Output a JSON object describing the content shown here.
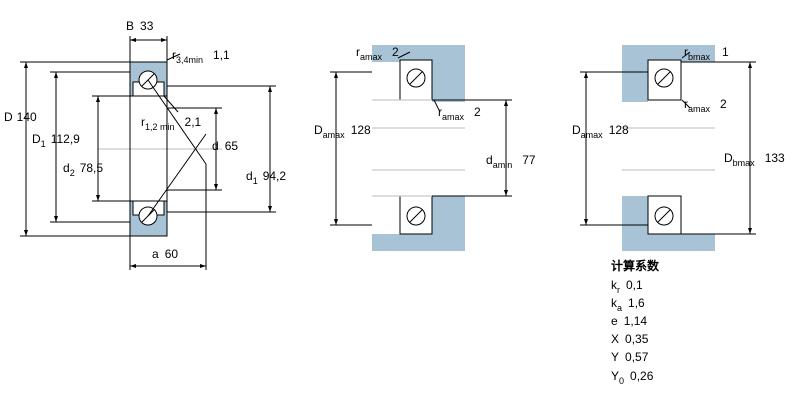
{
  "colors": {
    "housing": "#a9c3d6",
    "ring": "#ffffff",
    "line": "#000000",
    "background": "#ffffff"
  },
  "bearing": {
    "B": {
      "sym": "B",
      "val": "33"
    },
    "r34": {
      "sym": "r",
      "sub": "3,4min",
      "val": "1,1"
    },
    "D": {
      "sym": "D",
      "val": "140"
    },
    "D1": {
      "sym": "D",
      "sub": "1",
      "val": "112,9"
    },
    "d2": {
      "sym": "d",
      "sub": "2",
      "val": "78,5"
    },
    "r12": {
      "sym": "r",
      "sub": "1,2 min",
      "val": "2,1"
    },
    "d": {
      "sym": "d",
      "val": "65"
    },
    "d1": {
      "sym": "d",
      "sub": "1",
      "val": "94,2"
    },
    "a": {
      "sym": "a",
      "val": "60"
    }
  },
  "mount_shaft": {
    "ra_top": {
      "sym": "r",
      "sub": "amax",
      "val": "2"
    },
    "ra_mid": {
      "sym": "r",
      "sub": "amax",
      "val": "2"
    },
    "Da": {
      "sym": "D",
      "sub": "amax",
      "val": "128"
    },
    "da": {
      "sym": "d",
      "sub": "amin",
      "val": "77"
    }
  },
  "mount_housing": {
    "rb": {
      "sym": "r",
      "sub": "bmax",
      "val": "1"
    },
    "ra": {
      "sym": "r",
      "sub": "amax",
      "val": "2"
    },
    "Da": {
      "sym": "D",
      "sub": "amax",
      "val": "128"
    },
    "Db": {
      "sym": "D",
      "sub": "bmax",
      "val": "133"
    }
  },
  "factors": {
    "title": "计算系数",
    "kr": {
      "sym": "k",
      "sub": "r",
      "val": "0,1"
    },
    "ka": {
      "sym": "k",
      "sub": "a",
      "val": "1,6"
    },
    "e": {
      "sym": "e",
      "val": "1,14"
    },
    "X": {
      "sym": "X",
      "val": "0,35"
    },
    "Y": {
      "sym": "Y",
      "val": "0,57"
    },
    "Y0": {
      "sym": "Y",
      "sub": "0",
      "val": "0,26"
    }
  }
}
